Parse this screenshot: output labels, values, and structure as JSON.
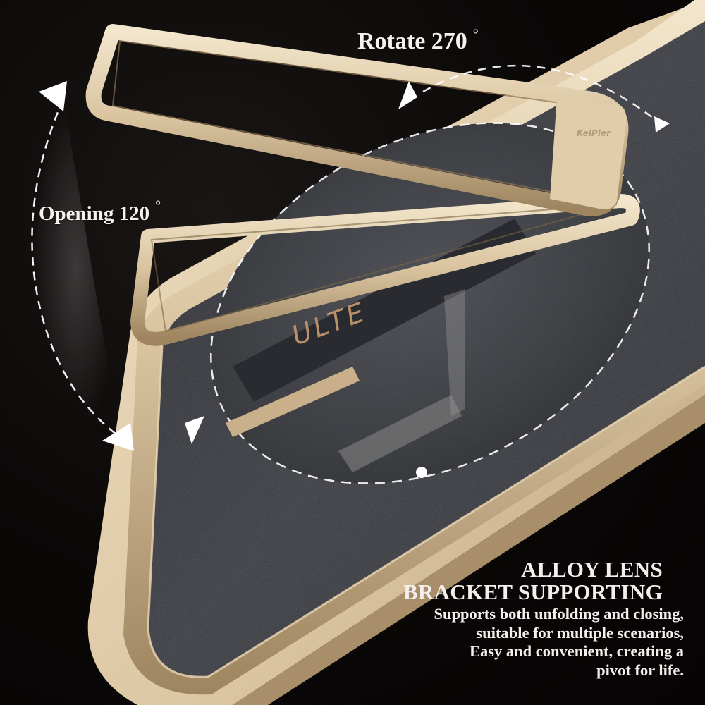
{
  "annotations": {
    "rotate": {
      "text": "Rotate 270",
      "degree_symbol": "°"
    },
    "opening": {
      "text": "Opening 120",
      "degree_symbol": "°"
    }
  },
  "product": {
    "bracket_engraving": "KelPler",
    "case_logo_partial": "ULTE"
  },
  "promo": {
    "heading_line1": "ALLOY LENS",
    "heading_line2": "BRACKET SUPPORTING",
    "body_lines": [
      "Supports both unfolding and closing,",
      "suitable for multiple scenarios,",
      "Easy and convenient, creating a",
      "pivot for life."
    ]
  },
  "colors": {
    "background": "#080606",
    "gold_light": "#ecdcc0",
    "gold_mid": "#cdb48e",
    "gold_dark": "#8f7753",
    "leather": "#3a3c42",
    "text": "#f5f2ef"
  }
}
